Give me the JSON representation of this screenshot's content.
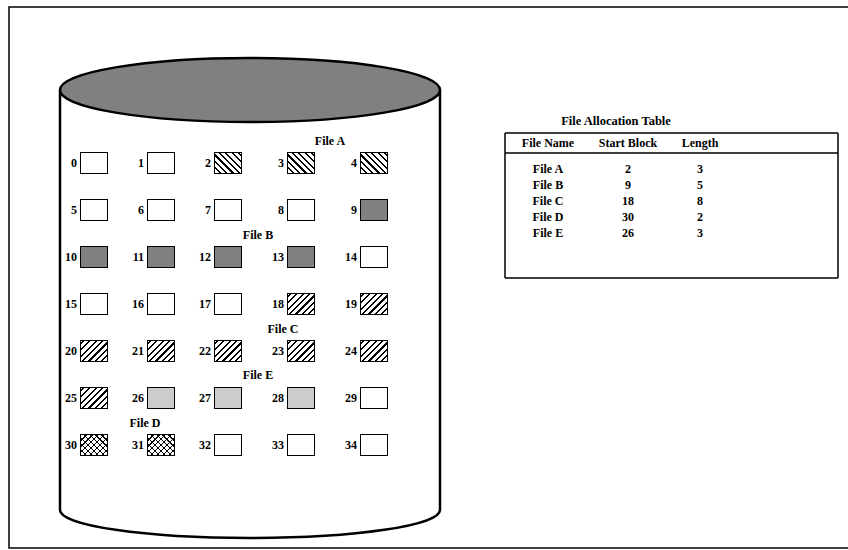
{
  "diagram": {
    "nodes": [
      {
        "text": [
          "0"
        ]
      },
      {
        "text": [
          "1"
        ]
      },
      {
        "text": [
          "2"
        ]
      },
      {
        "text": [
          "3"
        ]
      },
      {
        "text": [
          "4"
        ]
      },
      {
        "text": [
          "5"
        ]
      },
      {
        "text": [
          "6"
        ]
      },
      {
        "text": [
          "7"
        ]
      },
      {
        "text": [
          "8"
        ]
      },
      {
        "text": [
          "9"
        ]
      },
      {
        "text": [
          "10"
        ]
      },
      {
        "text": [
          "11"
        ]
      },
      {
        "text": [
          "12"
        ]
      },
      {
        "text": [
          "13"
        ]
      },
      {
        "text": [
          "14"
        ]
      },
      {
        "text": [
          "15"
        ]
      },
      {
        "text": [
          "16"
        ]
      },
      {
        "text": [
          "17"
        ]
      },
      {
        "text": [
          "18"
        ]
      },
      {
        "text": [
          "19"
        ]
      },
      {
        "text": [
          "20"
        ]
      },
      {
        "text": [
          "21"
        ]
      },
      {
        "text": [
          "22"
        ]
      },
      {
        "text": [
          "23"
        ]
      },
      {
        "text": [
          "24"
        ]
      },
      {
        "text": [
          "25"
        ]
      },
      {
        "text": [
          "26"
        ]
      },
      {
        "text": [
          "27"
        ]
      },
      {
        "text": [
          "28"
        ]
      },
      {
        "text": [
          "29"
        ]
      },
      {
        "text": [
          "30"
        ]
      },
      {
        "text": [
          "31"
        ]
      },
      {
        "text": [
          "32"
        ]
      },
      {
        "text": [
          "33"
        ]
      },
      {
        "text": [
          "34"
        ]
      }
    ],
    "labels": [
      "File A",
      "File B",
      "File C",
      "File E",
      "File D",
      "File Allocation Table",
      "File Name",
      "Start Block",
      "Length",
      "File A",
      "2",
      "3",
      "File B",
      "9",
      "5",
      "File C",
      "18",
      "8",
      "File D",
      "30",
      "2",
      "File E",
      "26",
      "3"
    ]
  }
}
